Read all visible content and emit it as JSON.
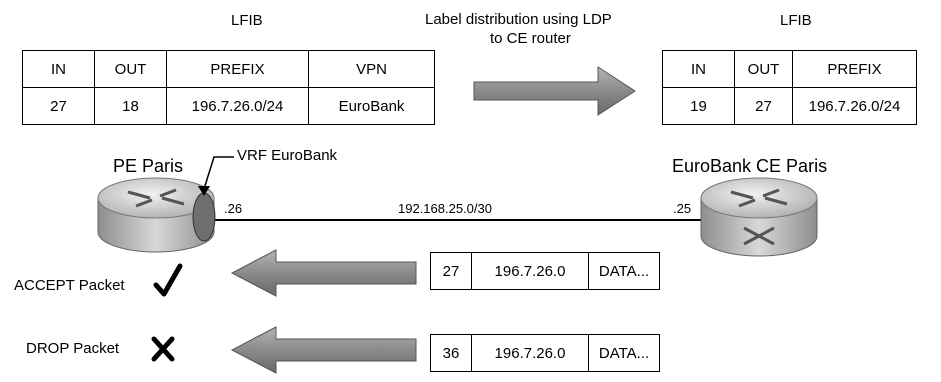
{
  "left_lfib": {
    "title": "LFIB",
    "headers": [
      "IN",
      "OUT",
      "PREFIX",
      "VPN"
    ],
    "row": [
      "27",
      "18",
      "196.7.26.0/24",
      "EuroBank"
    ]
  },
  "right_lfib": {
    "title": "LFIB",
    "headers": [
      "IN",
      "OUT",
      "PREFIX"
    ],
    "row": [
      "19",
      "27",
      "196.7.26.0/24"
    ]
  },
  "distribution_label": {
    "line1": "Label distribution using LDP",
    "line2": "to CE router"
  },
  "pe_router": {
    "label": "PE Paris",
    "interface": ".26"
  },
  "vrf_label": "VRF EuroBank",
  "ce_router": {
    "label": "EuroBank CE Paris",
    "interface": ".25"
  },
  "link_label": "192.168.25.0/30",
  "packets": [
    {
      "label": "27",
      "prefix": "196.7.26.0",
      "payload": "DATA...",
      "result": "ACCEPT Packet",
      "result_icon": "check-icon"
    },
    {
      "label": "36",
      "prefix": "196.7.26.0",
      "payload": "DATA...",
      "result": "DROP Packet",
      "result_icon": "x-icon"
    }
  ],
  "colors": {
    "arrow": "#8c8c8c",
    "router": "#b9b9b9",
    "interface": "#6e6e6e"
  }
}
